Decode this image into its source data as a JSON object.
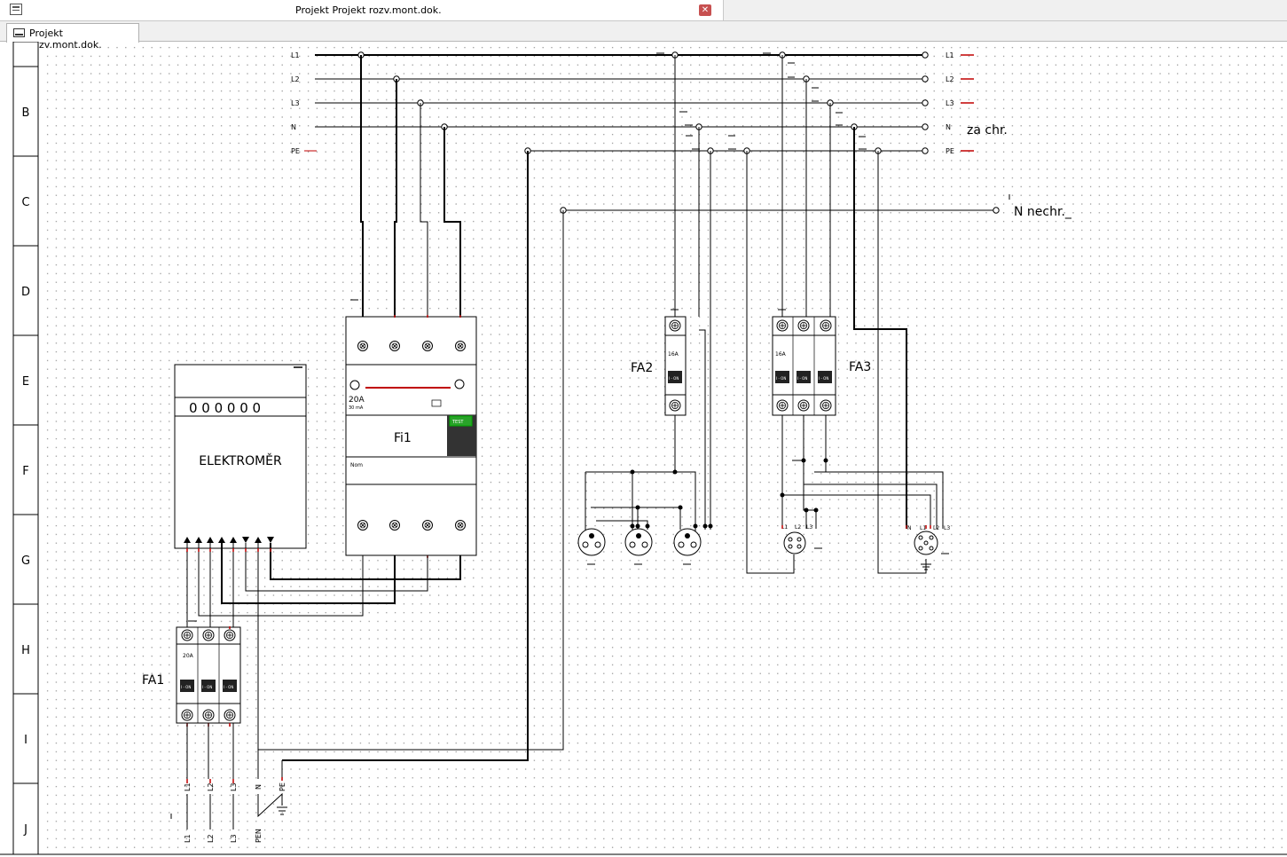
{
  "window": {
    "title": "Projekt Projekt rozv.mont.dok.",
    "close_icon": "close-icon"
  },
  "tabs": [
    {
      "label": "Projekt rozv.mont.dok."
    }
  ],
  "ruler": {
    "rows": [
      "B",
      "C",
      "D",
      "E",
      "F",
      "G",
      "H",
      "I",
      "J"
    ]
  },
  "busbars": {
    "left_labels": [
      "L1",
      "L2",
      "L3",
      "N",
      "PE"
    ],
    "right_labels": [
      "L1",
      "L2",
      "L3",
      "N",
      "PE"
    ],
    "n_note": "za chr.",
    "n_unswitched": "N nechr._"
  },
  "components": {
    "meter": {
      "label": "ELEKTROMĚR",
      "reading": "0 0 0 0 0 0"
    },
    "rcd": {
      "label": "Fi1",
      "rating": "20A",
      "sub": "30 mA",
      "nom": "Nom",
      "test": "TEST"
    },
    "fa1": {
      "label": "FA1",
      "rating": "20A",
      "switch": "I - ON"
    },
    "fa2": {
      "label": "FA2",
      "rating": "16A",
      "switch": "I - ON"
    },
    "fa3": {
      "label": "FA3",
      "rating": "16A",
      "switch": "I - ON"
    }
  },
  "socket3_pins": [
    "L1",
    "L2",
    "L3"
  ],
  "socket5_pins": [
    "N",
    "L1",
    "L2",
    "L3"
  ],
  "feed_labels": [
    "L1",
    "L2",
    "L3",
    "N",
    "PE"
  ],
  "bottom_labels": [
    "L1",
    "L2",
    "L3",
    "PEN"
  ],
  "colors": {
    "wire": "#000000",
    "pin": "#c00000",
    "close": "#c75050"
  }
}
